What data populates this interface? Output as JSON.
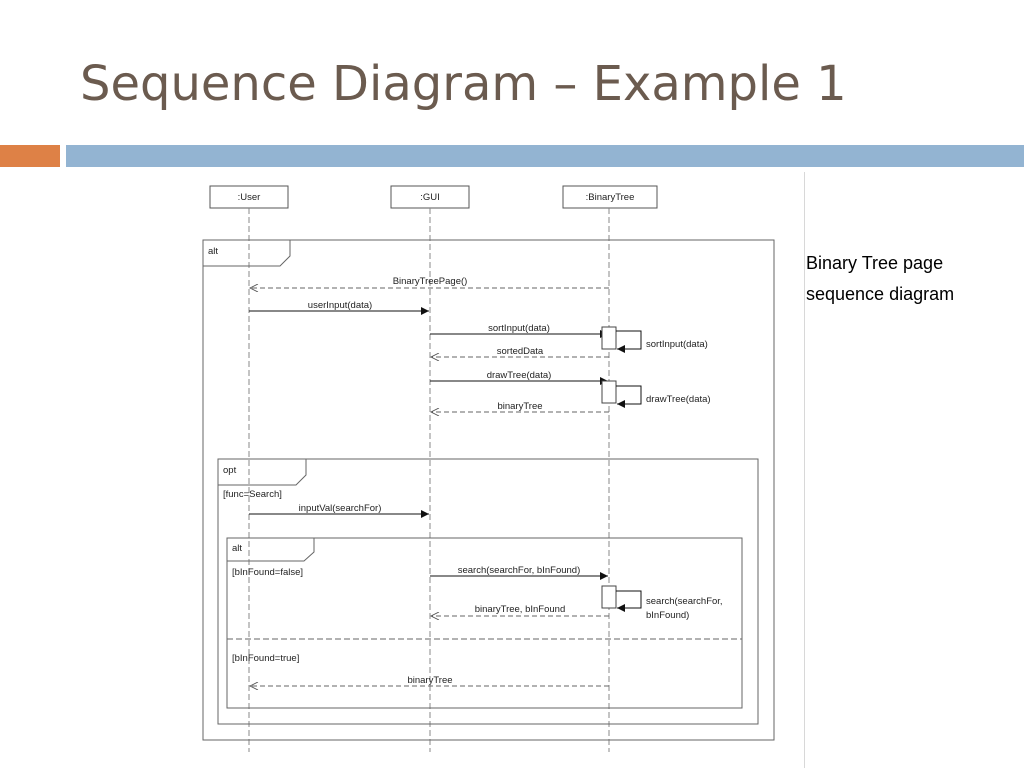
{
  "slide": {
    "title": "Sequence Diagram – Example 1",
    "caption": "Binary Tree page sequence diagram"
  },
  "colors": {
    "title": "#6b5b4f",
    "accent_orange": "#de8146",
    "accent_blue": "#93b4d2"
  },
  "diagram": {
    "lifelines": [
      {
        "label": ":User"
      },
      {
        "label": ":GUI"
      },
      {
        "label": ":BinaryTree"
      }
    ],
    "fragments": {
      "outer_alt": {
        "operator": "alt"
      },
      "opt": {
        "operator": "opt",
        "guard": "[func=Search]"
      },
      "inner_alt": {
        "operator": "alt",
        "guard_false": "[bInFound=false]",
        "guard_true": "[bInFound=true]"
      }
    },
    "messages": [
      {
        "label": "BinaryTreePage()",
        "from": ":BinaryTree",
        "to": ":User",
        "kind": "return"
      },
      {
        "label": "userInput(data)",
        "from": ":User",
        "to": ":GUI",
        "kind": "call"
      },
      {
        "label": "sortInput(data)",
        "from": ":GUI",
        "to": ":BinaryTree",
        "kind": "call"
      },
      {
        "label": "sortInput(data)",
        "from": ":BinaryTree",
        "to": ":BinaryTree",
        "kind": "self"
      },
      {
        "label": "sortedData",
        "from": ":BinaryTree",
        "to": ":GUI",
        "kind": "return"
      },
      {
        "label": "drawTree(data)",
        "from": ":GUI",
        "to": ":BinaryTree",
        "kind": "call"
      },
      {
        "label": "drawTree(data)",
        "from": ":BinaryTree",
        "to": ":BinaryTree",
        "kind": "self"
      },
      {
        "label": "binaryTree",
        "from": ":BinaryTree",
        "to": ":GUI",
        "kind": "return"
      },
      {
        "label": "inputVal(searchFor)",
        "from": ":User",
        "to": ":GUI",
        "kind": "call"
      },
      {
        "label": "search(searchFor, bInFound)",
        "from": ":GUI",
        "to": ":BinaryTree",
        "kind": "call"
      },
      {
        "label_line1": "search(searchFor,",
        "label_line2": "bInFound)",
        "from": ":BinaryTree",
        "to": ":BinaryTree",
        "kind": "self"
      },
      {
        "label": "binaryTree, bInFound",
        "from": ":BinaryTree",
        "to": ":GUI",
        "kind": "return"
      },
      {
        "label": "binaryTree",
        "from": ":BinaryTree",
        "to": ":User",
        "kind": "return"
      }
    ]
  }
}
